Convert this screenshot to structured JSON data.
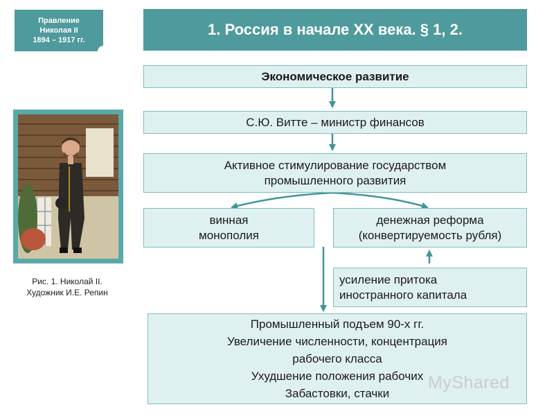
{
  "reign": {
    "line1": "Правление",
    "line2": "Николая II",
    "line3": "1894 – 1917 гг."
  },
  "header": {
    "title": "1. Россия в начале XX века. § 1, 2."
  },
  "figure": {
    "caption_line1": "Рис. 1. Николай II.",
    "caption_line2": "Художник И.Е. Репин"
  },
  "diagram": {
    "economic": "Экономическое развитие",
    "witte": "С.Ю. Витте – министр финансов",
    "stimulation_line1": "Активное стимулирование государством",
    "stimulation_line2": "промышленного развития",
    "wine_line1": "винная",
    "wine_line2": "монополия",
    "monetary_line1": "денежная реформа",
    "monetary_line2": "(конвертируемость рубля)",
    "capital_line1": "усиление притока",
    "capital_line2": "иностранного капитала",
    "result_lines": [
      "Промышленный подъем 90-х гг.",
      "Увеличение численности, концентрация",
      "рабочего класса",
      "Ухудшение положения рабочих",
      "Забастовки, стачки"
    ]
  },
  "watermark": "MyShared",
  "colors": {
    "teal": "#4f9a9c",
    "box_fill": "#dff0f1",
    "box_border": "#7fbcbd",
    "arrow": "#3f9596"
  }
}
